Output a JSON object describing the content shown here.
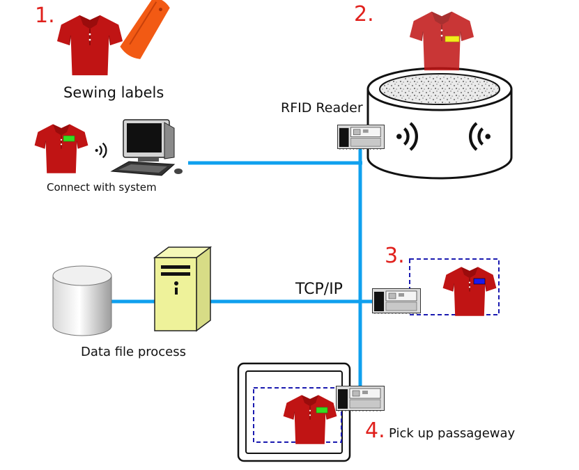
{
  "steps": [
    {
      "number": "1.",
      "label": "Sewing labels"
    },
    {
      "number": "2.",
      "label": ""
    },
    {
      "number": "3.",
      "label": ""
    },
    {
      "number": "4.",
      "label": "Pick up passageway"
    }
  ],
  "labels": {
    "connect": "Connect with system",
    "rfid_reader": "RFID Reader",
    "tcpip": "TCP/IP",
    "data_file": "Data file process"
  },
  "colors": {
    "network_line": "#0fa0ee",
    "shirt": "#c01414",
    "tag_green": "#33dd22",
    "tag_yellow": "#f2ee1a",
    "tag_blue": "#1a1aee",
    "tag_holder": "#f25a14",
    "server": "#eef29a",
    "dashed_box": "#1a1ab0",
    "step_number": "#e0201c"
  },
  "icons": [
    "polo-shirt-icon",
    "rfid-tag-holder-icon",
    "computer-icon",
    "wireless-signal-icon",
    "rfid-reader-icon",
    "scanning-bin-icon",
    "database-icon",
    "server-icon",
    "passageway-gate-icon"
  ]
}
